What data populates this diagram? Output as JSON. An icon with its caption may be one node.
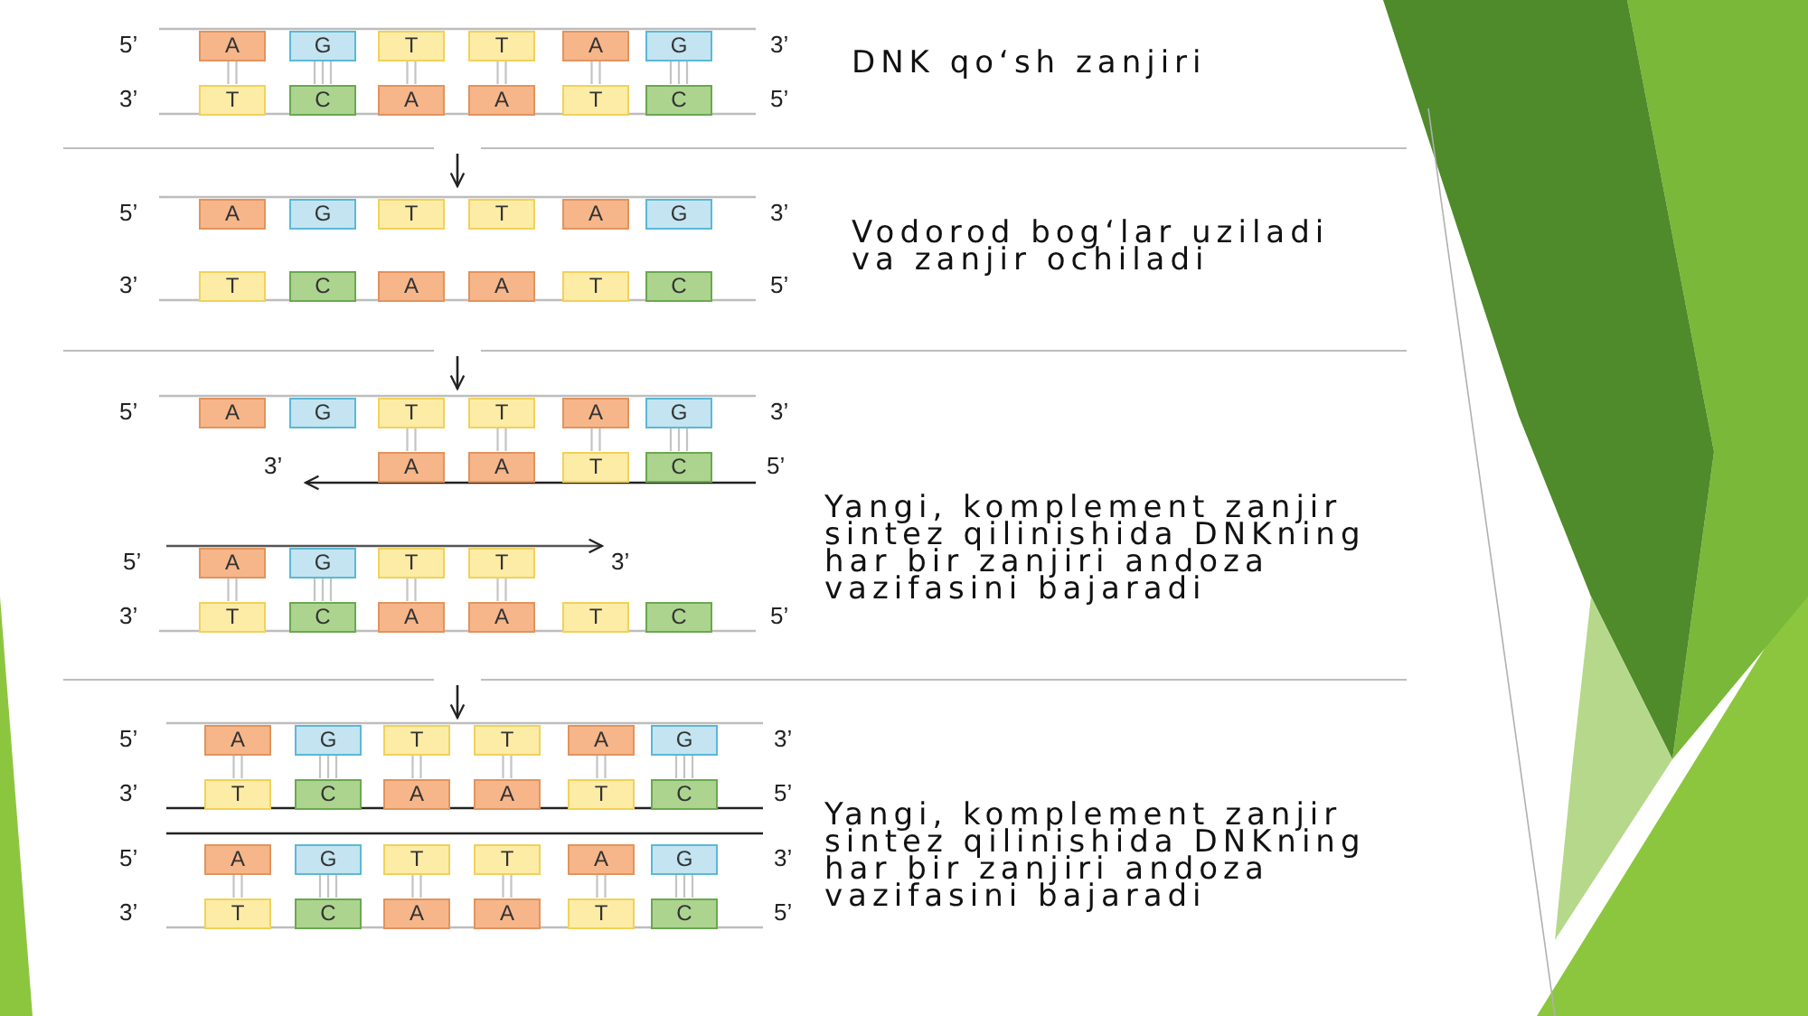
{
  "diagram": {
    "nodes": [
      {
        "text": [
          "A"
        ]
      },
      {
        "text": [
          "G"
        ]
      },
      {
        "text": [
          "T"
        ]
      },
      {
        "text": [
          "T"
        ]
      },
      {
        "text": [
          "A"
        ]
      },
      {
        "text": [
          "G"
        ]
      },
      {
        "text": [
          "T"
        ]
      },
      {
        "text": [
          "C"
        ]
      },
      {
        "text": [
          "A"
        ]
      },
      {
        "text": [
          "A"
        ]
      },
      {
        "text": [
          "T"
        ]
      },
      {
        "text": [
          "C"
        ]
      },
      {
        "text": [
          "A"
        ]
      },
      {
        "text": [
          "G"
        ]
      },
      {
        "text": [
          "T"
        ]
      },
      {
        "text": [
          "T"
        ]
      },
      {
        "text": [
          "A"
        ]
      },
      {
        "text": [
          "G"
        ]
      },
      {
        "text": [
          "T"
        ]
      },
      {
        "text": [
          "C"
        ]
      },
      {
        "text": [
          "A"
        ]
      },
      {
        "text": [
          "A"
        ]
      },
      {
        "text": [
          "T"
        ]
      },
      {
        "text": [
          "C"
        ]
      },
      {
        "text": [
          "A"
        ]
      },
      {
        "text": [
          "G"
        ]
      },
      {
        "text": [
          "T"
        ]
      },
      {
        "text": [
          "T"
        ]
      },
      {
        "text": [
          "A"
        ]
      },
      {
        "text": [
          "G"
        ]
      },
      {
        "text": [
          "A"
        ]
      },
      {
        "text": [
          "A"
        ]
      },
      {
        "text": [
          "T"
        ]
      },
      {
        "text": [
          "C"
        ]
      },
      {
        "text": [
          "A"
        ]
      },
      {
        "text": [
          "G"
        ]
      },
      {
        "text": [
          "T"
        ]
      },
      {
        "text": [
          "T"
        ]
      },
      {
        "text": [
          "T"
        ]
      },
      {
        "text": [
          "C"
        ]
      },
      {
        "text": [
          "A"
        ]
      },
      {
        "text": [
          "A"
        ]
      },
      {
        "text": [
          "T"
        ]
      },
      {
        "text": [
          "C"
        ]
      },
      {
        "text": [
          "A"
        ]
      },
      {
        "text": [
          "G"
        ]
      },
      {
        "text": [
          "T"
        ]
      },
      {
        "text": [
          "T"
        ]
      },
      {
        "text": [
          "A"
        ]
      },
      {
        "text": [
          "G"
        ]
      },
      {
        "text": [
          "T"
        ]
      },
      {
        "text": [
          "C"
        ]
      },
      {
        "text": [
          "A"
        ]
      },
      {
        "text": [
          "A"
        ]
      },
      {
        "text": [
          "T"
        ]
      },
      {
        "text": [
          "C"
        ]
      },
      {
        "text": [
          "A"
        ]
      },
      {
        "text": [
          "G"
        ]
      },
      {
        "text": [
          "T"
        ]
      },
      {
        "text": [
          "T"
        ]
      },
      {
        "text": [
          "A"
        ]
      },
      {
        "text": [
          "G"
        ]
      },
      {
        "text": [
          "T"
        ]
      },
      {
        "text": [
          "C"
        ]
      },
      {
        "text": [
          "A"
        ]
      },
      {
        "text": [
          "A"
        ]
      },
      {
        "text": [
          "T"
        ]
      },
      {
        "text": [
          "C"
        ]
      }
    ],
    "edges": [
      {
        "from": 0,
        "to": 6,
        "arrow": "none"
      },
      {
        "from": 1,
        "to": 7,
        "arrow": "none"
      },
      {
        "from": 2,
        "to": 8,
        "arrow": "none"
      },
      {
        "from": 3,
        "to": 9,
        "arrow": "none"
      },
      {
        "from": 4,
        "to": 10,
        "arrow": "none"
      },
      {
        "from": 5,
        "to": 11,
        "arrow": "none"
      },
      {
        "from": 26,
        "to": 30,
        "arrow": "none"
      },
      {
        "from": 27,
        "to": 31,
        "arrow": "none"
      },
      {
        "from": 28,
        "to": 32,
        "arrow": "none"
      },
      {
        "from": 29,
        "to": 33,
        "arrow": "none"
      },
      {
        "from": 34,
        "to": 38,
        "arrow": "none"
      },
      {
        "from": 35,
        "to": 39,
        "arrow": "none"
      },
      {
        "from": 36,
        "to": 40,
        "arrow": "none"
      },
      {
        "from": 37,
        "to": 41,
        "arrow": "none"
      },
      {
        "from": 44,
        "to": 50,
        "arrow": "none"
      },
      {
        "from": 45,
        "to": 51,
        "arrow": "none"
      },
      {
        "from": 46,
        "to": 52,
        "arrow": "none"
      },
      {
        "from": 47,
        "to": 53,
        "arrow": "none"
      },
      {
        "from": 48,
        "to": 54,
        "arrow": "none"
      },
      {
        "from": 49,
        "to": 55,
        "arrow": "none"
      },
      {
        "from": 56,
        "to": 62,
        "arrow": "none"
      },
      {
        "from": 57,
        "to": 63,
        "arrow": "none"
      },
      {
        "from": 58,
        "to": 64,
        "arrow": "none"
      },
      {
        "from": 59,
        "to": 65,
        "arrow": "none"
      },
      {
        "from": 60,
        "to": 66,
        "arrow": "none"
      },
      {
        "from": 61,
        "to": 67,
        "arrow": "none"
      }
    ],
    "labels": [
      "5’",
      "3’",
      "DNK qo‘sh zanjiri",
      "3’",
      "5’",
      "5’",
      "3’",
      "Vodorod bog‘lar uziladi va zanjir ochiladi",
      "3’",
      "5’",
      "5’",
      "3’",
      "3’",
      "5’",
      "Yangi, komplement zanjir sintez qilinishida DNKning har bir zanjiri andoza vazifasini bajaradi",
      "5’",
      "3’",
      "3’",
      "5’",
      "5’",
      "3’",
      "3’",
      "5’",
      "Yangi, komplement zanjir sintez qilinishida DNKning har bir zanjiri andoza vazifasini bajaradi",
      "5’",
      "3’",
      "3’",
      "5’"
    ]
  }
}
